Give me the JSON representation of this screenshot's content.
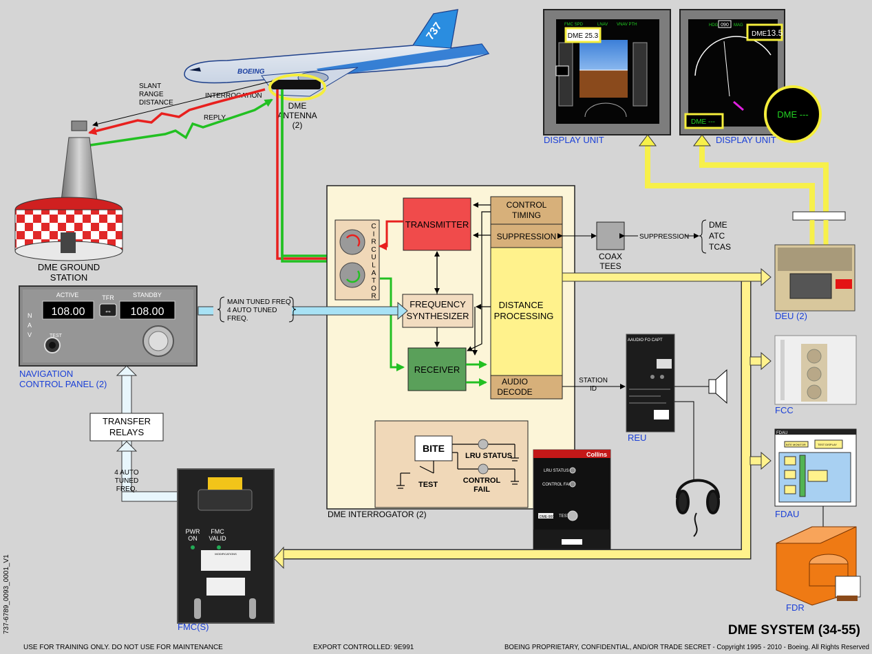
{
  "labels": {
    "slant_range": [
      "SLANT",
      "RANGE",
      "DISTANCE"
    ],
    "interrogation": "INTERROGATION",
    "reply": "REPLY",
    "dme_antenna": [
      "DME",
      "ANTENNA",
      "(2)"
    ],
    "ground_station": [
      "DME GROUND",
      "STATION"
    ],
    "display_unit_left": "DISPLAY UNIT",
    "display_unit_right": "DISPLAY UNIT",
    "transmitter": "TRANSMITTER",
    "circulator": "CIRCULATOR",
    "control_timing": [
      "CONTROL",
      "TIMING"
    ],
    "suppression": "SUPPRESSION",
    "freq_synth": [
      "FREQUENCY",
      "SYNTHESIZER"
    ],
    "distance_processing": [
      "DISTANCE",
      "PROCESSING"
    ],
    "receiver": "RECEIVER",
    "audio_decode": [
      "AUDIO",
      "DECODE"
    ],
    "bite": "BITE",
    "lru_status": "LRU STATUS",
    "control_fail": [
      "CONTROL",
      "FAIL"
    ],
    "test": "TEST",
    "dme_interrogator": "DME INTERROGATOR (2)",
    "coax_tees": [
      "COAX",
      "TEES"
    ],
    "suppression_line": "SUPPRESSION",
    "suppression_targets": [
      "DME",
      "ATC",
      "TCAS"
    ],
    "main_tuned": [
      "MAIN TUNED FREQ",
      "4 AUTO TUNED",
      "FREQ."
    ],
    "station_id": [
      "STATION",
      "ID"
    ],
    "nav_panel_caption": [
      "NAVIGATION",
      "CONTROL PANEL (2)"
    ],
    "transfer_relays": [
      "TRANSFER",
      "RELAYS"
    ],
    "auto_tuned": [
      "4 AUTO",
      "TUNED",
      "FREQ."
    ],
    "deu": "DEU (2)",
    "fcc": "FCC",
    "fdau": "FDAU",
    "fdr": "FDR",
    "reu": "REU",
    "fmc": "FMC(S)",
    "title": "DME SYSTEM (34-55)",
    "side_id": "737-6789_0093_0001_V1",
    "footer_left": "USE FOR TRAINING ONLY. DO NOT USE FOR MAINTENANCE",
    "footer_mid": "EXPORT CONTROLLED: 9E991",
    "footer_right": "BOEING PROPRIETARY, CONFIDENTIAL, AND/OR TRADE SECRET - Copyright 1995 - 2010 - Boeing. All Rights Reserved"
  },
  "nav_panel": {
    "active_label": "ACTIVE",
    "tfr_label": "TFR",
    "standby_label": "STANDBY",
    "active_freq": "108.00",
    "standby_freq": "108.00",
    "test_label": "TEST",
    "nav_letters": [
      "N",
      "A",
      "V"
    ]
  },
  "pfd": {
    "dme_readout": "DME 25.3",
    "top_modes": [
      "FMC SPD",
      "LNAV",
      "VNAV PTH"
    ]
  },
  "nd": {
    "dme_readout_label": "DME",
    "dme_readout_value": "13.5",
    "heading": "090",
    "hdg_label": "HDG",
    "mag_label": "MAG",
    "dme_left": "DME ---",
    "dme_right": "DME ---"
  },
  "collins": {
    "brand": "Collins",
    "lru_status": "LRU STATUS",
    "control_fail": "CONTROL FAIL",
    "test": "TEST",
    "model": "DME-900"
  },
  "reu_panel": {
    "header": "AAUDIO FO CAPT"
  },
  "fmc_panel": {
    "pwr_on": [
      "PWR",
      "ON"
    ],
    "fmc_valid": [
      "FMC",
      "VALID"
    ],
    "modifications": "MODIFICATIONS"
  },
  "fdau_panel": {
    "header": "FDAU",
    "bite_monitor": "BITE MONITOR",
    "test_display": "TEST DISPLAY"
  },
  "plane": {
    "brand": "BOEING",
    "tail": "737"
  },
  "colors": {
    "transmitter": "#f04b4b",
    "receiver": "#5aa05a",
    "interrogator_bg": "#fcf5d8",
    "tan_block": "#d7b07a",
    "yellow_block": "#fff28c",
    "yellow_bus": "#f7f04a",
    "blue_bus": "#a8e2f5",
    "caption_blue": "#1a3fd6"
  }
}
